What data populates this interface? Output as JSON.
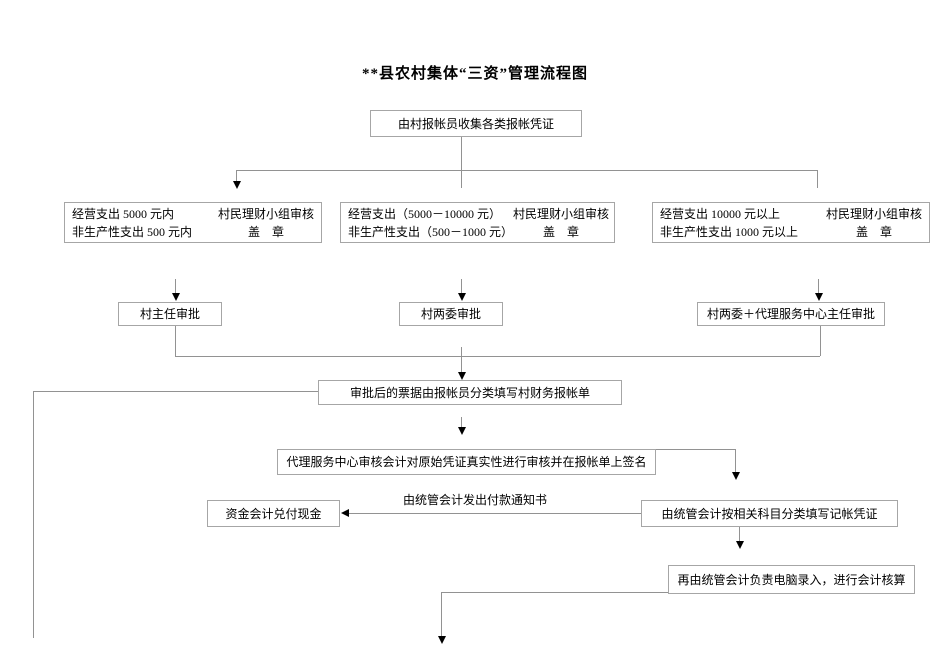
{
  "title": "**县农村集体“三资”管理流程图",
  "flow": {
    "collect": "由村报帐员收集各类报帐凭证",
    "categories": [
      {
        "expense1": "经营支出 5000 元内",
        "expense2": "非生产性支出 500 元内",
        "review": "村民理财小组审核",
        "stamp": "盖　章"
      },
      {
        "expense1": "经营支出（5000－10000 元）",
        "expense2": "非生产性支出（500－1000 元）",
        "review": "村民理财小组审核",
        "stamp": "盖　章"
      },
      {
        "expense1": "经营支出 10000 元以上",
        "expense2": "非生产性支出 1000 元以上",
        "review": "村民理财小组审核",
        "stamp": "盖　章"
      }
    ],
    "approvals": [
      "村主任审批",
      "村两委审批",
      "村两委＋代理服务中心主任审批"
    ],
    "fill_report": "审批后的票据由报帐员分类填写村财务报帐单",
    "verify": "代理服务中心审核会计对原始凭证真实性进行审核并在报帐单上签名",
    "payment_notice": "由统管会计发出付款通知书",
    "cash": "资金会计兑付现金",
    "voucher": "由统管会计按相关科目分类填写记帐凭证",
    "entry": "再由统管会计负责电脑录入，进行会计核算"
  },
  "colors": {
    "line": "#929292",
    "box_border": "#a6a6a6",
    "arrow": "#000000",
    "text": "#000000",
    "background": "#ffffff"
  }
}
